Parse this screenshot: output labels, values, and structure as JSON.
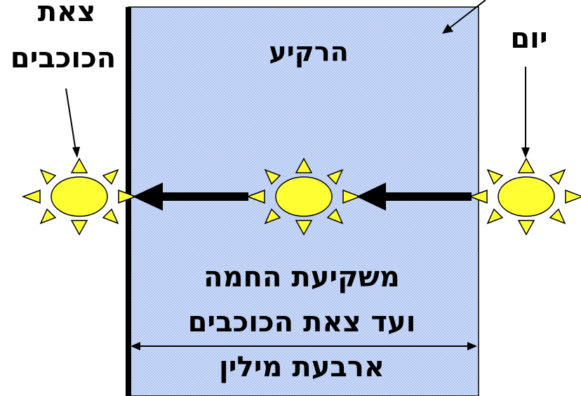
{
  "labels": {
    "stars_line1": "צאת",
    "stars_line2": "הכוכבים",
    "day": "יום",
    "sky": "הרקיע",
    "sunset_line1": "משקיעת החמה",
    "sunset_line2": "ועד צאת הכוכבים",
    "distance": "ארבעת מילין"
  },
  "colors": {
    "sky": "#a9c0ef",
    "sky_grid": "#ffffff",
    "sun_fill": "#ffff33",
    "sun_stroke": "#000000",
    "border": "#000000"
  }
}
